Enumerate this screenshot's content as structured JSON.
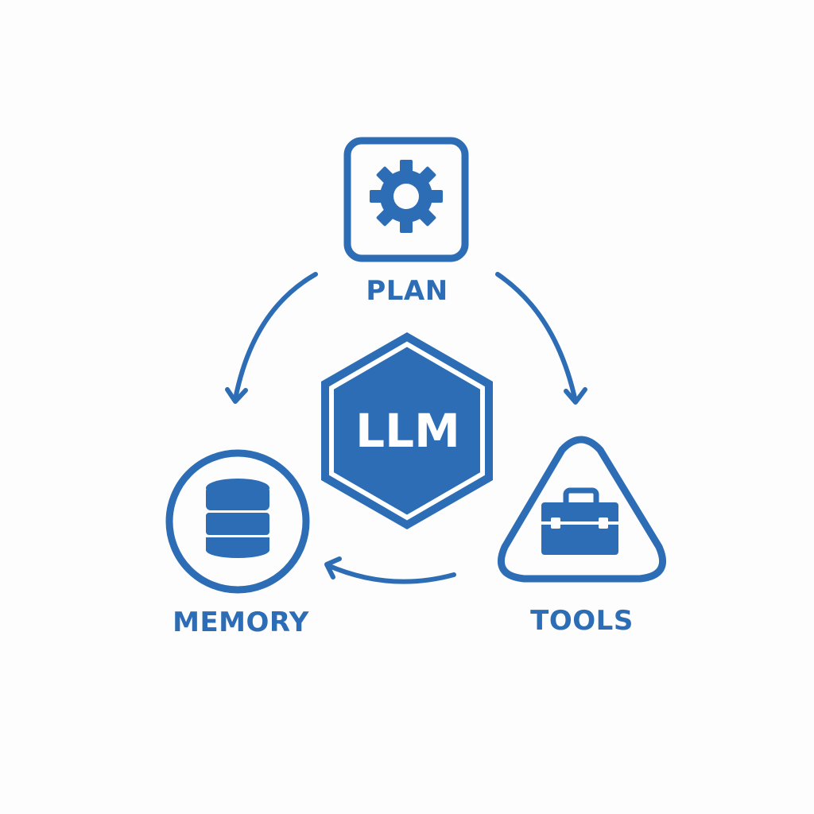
{
  "diagram": {
    "center": {
      "label": "LLM",
      "shape": "hexagon"
    },
    "nodes": [
      {
        "id": "plan",
        "label": "PLAN",
        "icon": "gear-icon",
        "shape": "rounded-square"
      },
      {
        "id": "tools",
        "label": "TOOLS",
        "icon": "toolbox-icon",
        "shape": "rounded-triangle"
      },
      {
        "id": "memory",
        "label": "MEMORY",
        "icon": "database-icon",
        "shape": "circle"
      }
    ],
    "edges": [
      {
        "from": "plan",
        "to": "tools"
      },
      {
        "from": "tools",
        "to": "memory"
      },
      {
        "from": "plan",
        "to": "memory"
      }
    ],
    "colors": {
      "primary": "#2c6db5",
      "background": "#fdfdfd",
      "text_on_primary": "#ffffff"
    }
  }
}
